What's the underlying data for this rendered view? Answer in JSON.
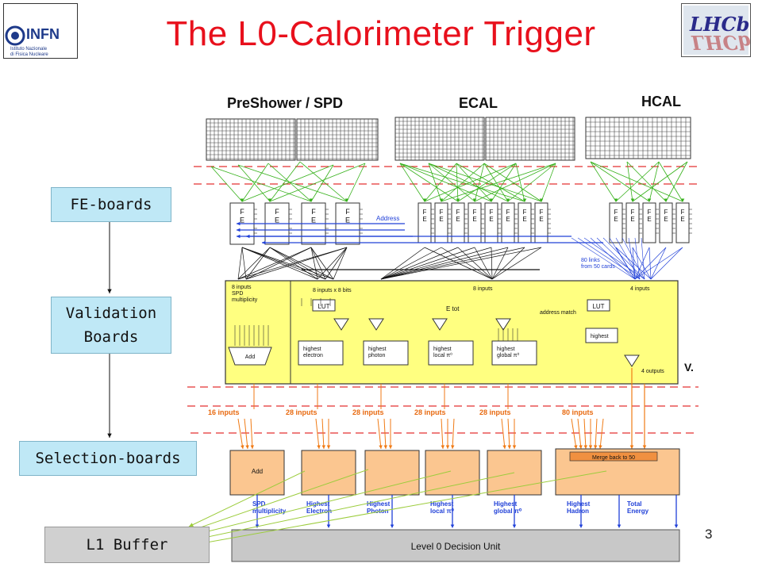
{
  "title": "The L0-Calorimeter Trigger",
  "logos": {
    "left": "INFN",
    "left_sub1": "Istituto Nazionale",
    "left_sub2": "di Fisica Nucleare",
    "right": "LHCb"
  },
  "side_labels": {
    "fe_boards": "FE-boards",
    "validation_boards": "Validation\nBoards",
    "selection_boards": "Selection-boards",
    "l1_buffer": "L1 Buffer"
  },
  "detectors": {
    "preshower": "PreShower / SPD",
    "ecal": "ECAL",
    "hcal": "HCAL"
  },
  "fe_label": "F\nE",
  "annotations": {
    "address": "Address",
    "links": "80 links\nfrom 50 cards",
    "inputs_spd": "8 inputs\nSPD\nmultiplicity",
    "inputs_8x8": "8 inputs x 8 bits",
    "inputs_8": "8 inputs",
    "inputs_4": "4 inputs",
    "lut": "LUT",
    "e_tot": "E tot",
    "address_match": "address match",
    "outputs_4": "4 outputs",
    "va": "V."
  },
  "validation_units": [
    "Add",
    "highest\nelectron",
    "highest\nphoton",
    "highest\nlocal π⁰",
    "highest\nglobal π⁰",
    "highest"
  ],
  "input_counts": [
    "16 inputs",
    "28 inputs",
    "28 inputs",
    "28 inputs",
    "28 inputs",
    "80 inputs"
  ],
  "selection_units": {
    "add": "Add",
    "merge": "Merge back to 50"
  },
  "outputs": [
    "SPD\nmultiplicity",
    "Highest\nElectron",
    "Highest\nPhoton",
    "Highest\nlocal π⁰",
    "Highest\nglobal π⁰",
    "Highest\nHadron",
    "Total\nEnergy"
  ],
  "decision_unit": "Level 0 Decision Unit",
  "page_number": "3",
  "colors": {
    "title": "#e8101c",
    "side_box": "#bfe8f6",
    "validation_fill": "#ffff80",
    "selection_fill": "#fbc690",
    "arrow_green": "#34b018",
    "arrow_orange": "#f07a14",
    "arrow_blue": "#2040d8",
    "l1_line": "#9ccc3c"
  }
}
